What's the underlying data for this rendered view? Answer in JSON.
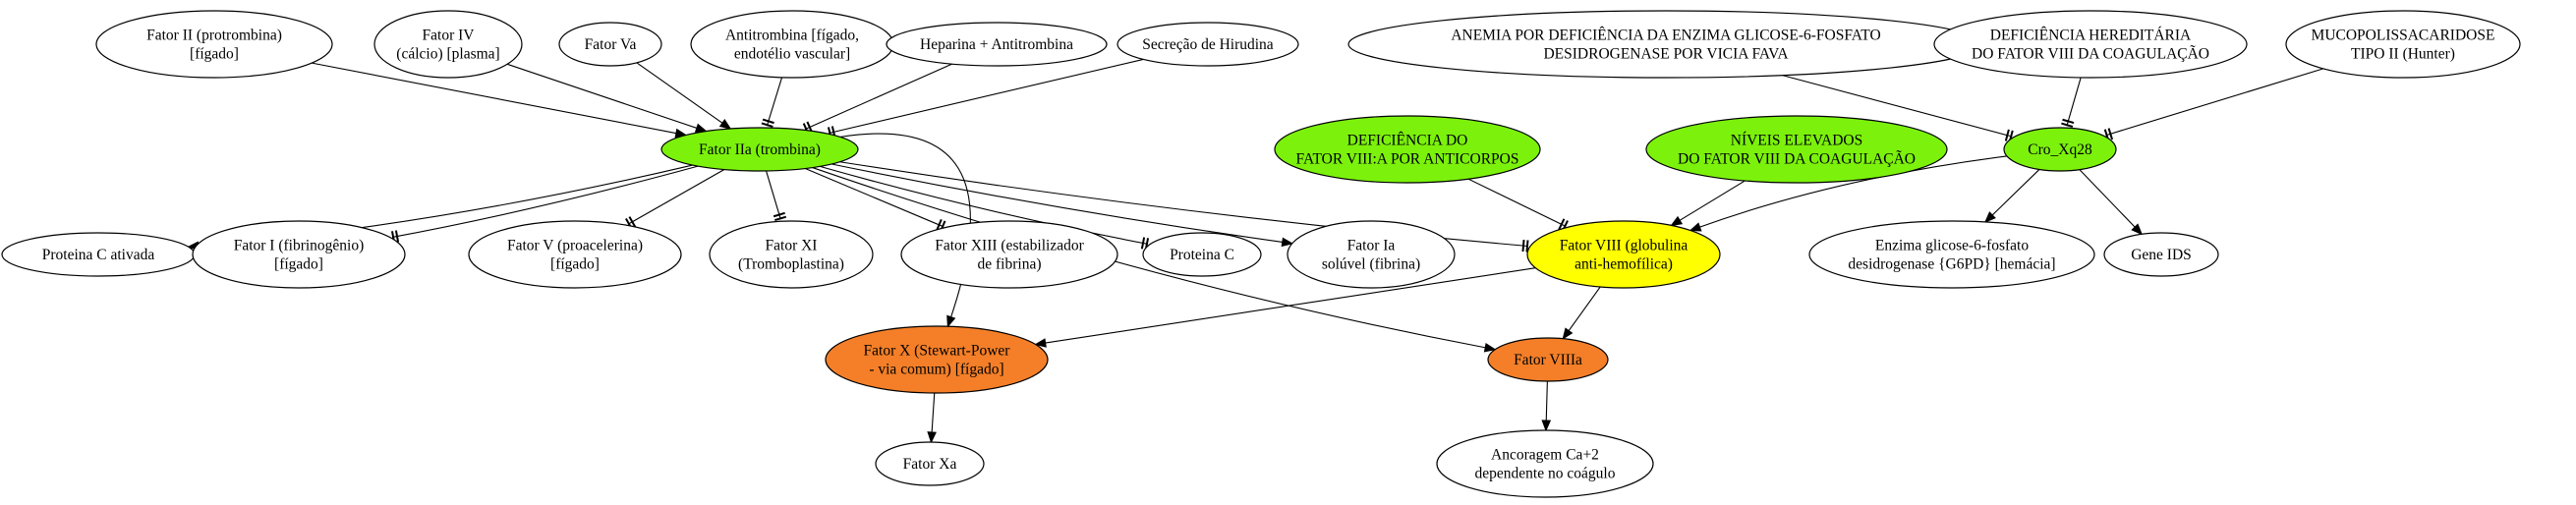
{
  "colors": {
    "green": "#7cf20c",
    "yellow": "#ffff00",
    "orange": "#f47f28",
    "white": "#ffffff"
  },
  "nodes": {
    "fator_ii": {
      "lines": [
        "Fator II (protrombina)",
        "[fígado]"
      ]
    },
    "fator_iv": {
      "lines": [
        "Fator IV",
        "(cálcio) [plasma]"
      ]
    },
    "fator_va": {
      "lines": [
        "Fator Va"
      ]
    },
    "antitrombina": {
      "lines": [
        "Antitrombina [fígado,",
        "endotélio vascular]"
      ]
    },
    "heparina": {
      "lines": [
        "Heparina + Antitrombina"
      ]
    },
    "hirudina": {
      "lines": [
        "Secreção de Hirudina"
      ]
    },
    "anemia": {
      "lines": [
        "ANEMIA POR DEFICIÊNCIA DA ENZIMA GLICOSE-6-FOSFATO",
        "DESIDROGENASE POR VICIA FAVA"
      ]
    },
    "def_hered": {
      "lines": [
        "DEFICIÊNCIA HEREDITÁRIA",
        "DO FATOR VIII DA COAGULAÇÃO"
      ]
    },
    "mucopoli": {
      "lines": [
        "MUCOPOLISSACARIDOSE",
        "TIPO II (Hunter)"
      ]
    },
    "fator_iia": {
      "lines": [
        "Fator IIa (trombina)"
      ]
    },
    "def_anticorpos": {
      "lines": [
        "DEFICIÊNCIA DO",
        "FATOR VIII:A POR ANTICORPOS"
      ]
    },
    "niveis": {
      "lines": [
        "NÍVEIS ELEVADOS",
        "DO FATOR VIII DA COAGULAÇÃO"
      ]
    },
    "cro_xq28": {
      "lines": [
        "Cro_Xq28"
      ]
    },
    "proteina_c_ativada": {
      "lines": [
        "Proteina C ativada"
      ]
    },
    "fator_i": {
      "lines": [
        "Fator I (fibrinogênio)",
        "[fígado]"
      ]
    },
    "fator_v": {
      "lines": [
        "Fator V (proacelerina)",
        "[fígado]"
      ]
    },
    "fator_xi": {
      "lines": [
        "Fator XI",
        "(Tromboplastina)"
      ]
    },
    "fator_xiii": {
      "lines": [
        "Fator XIII (estabilizador",
        "de fibrina)"
      ]
    },
    "proteina_c": {
      "lines": [
        "Proteina C"
      ]
    },
    "fator_ia": {
      "lines": [
        "Fator Ia",
        "solúvel (fibrina)"
      ]
    },
    "fator_viii": {
      "lines": [
        "Fator VIII (globulina",
        "anti-hemofílica)"
      ]
    },
    "g6pd": {
      "lines": [
        "Enzima glicose-6-fosfato",
        "desidrogenase {G6PD} [hemácia]"
      ]
    },
    "gene_ids": {
      "lines": [
        "Gene IDS"
      ]
    },
    "fator_x": {
      "lines": [
        "Fator X (Stewart-Power",
        "- via comum) [fígado]"
      ]
    },
    "fator_viiia": {
      "lines": [
        "Fator VIIIa"
      ]
    },
    "fator_xa": {
      "lines": [
        "Fator Xa"
      ]
    },
    "ancoragem": {
      "lines": [
        "Ancoragem Ca+2",
        "dependente no coágulo"
      ]
    }
  }
}
